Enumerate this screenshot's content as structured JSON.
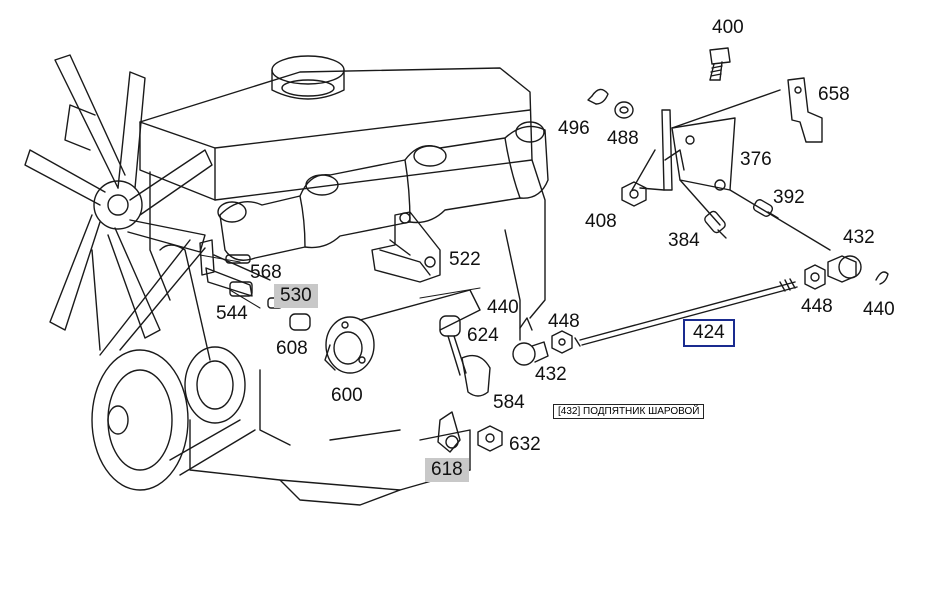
{
  "callouts": [
    {
      "id": "c400",
      "text": "400",
      "state": "normal"
    },
    {
      "id": "c658",
      "text": "658",
      "state": "normal"
    },
    {
      "id": "c496",
      "text": "496",
      "state": "normal"
    },
    {
      "id": "c488",
      "text": "488",
      "state": "normal"
    },
    {
      "id": "c376",
      "text": "376",
      "state": "normal"
    },
    {
      "id": "c408",
      "text": "408",
      "state": "normal"
    },
    {
      "id": "c392",
      "text": "392",
      "state": "normal"
    },
    {
      "id": "c384",
      "text": "384",
      "state": "normal"
    },
    {
      "id": "c432a",
      "text": "432",
      "state": "normal"
    },
    {
      "id": "c522",
      "text": "522",
      "state": "normal"
    },
    {
      "id": "c568",
      "text": "568",
      "state": "normal"
    },
    {
      "id": "c530",
      "text": "530",
      "state": "highlighted"
    },
    {
      "id": "c544",
      "text": "544",
      "state": "normal"
    },
    {
      "id": "c608",
      "text": "608",
      "state": "normal"
    },
    {
      "id": "c440a",
      "text": "440",
      "state": "normal"
    },
    {
      "id": "c448a",
      "text": "448",
      "state": "normal"
    },
    {
      "id": "c624",
      "text": "624",
      "state": "normal"
    },
    {
      "id": "c424",
      "text": "424",
      "state": "selected"
    },
    {
      "id": "c448b",
      "text": "448",
      "state": "normal"
    },
    {
      "id": "c440b",
      "text": "440",
      "state": "normal"
    },
    {
      "id": "c432b",
      "text": "432",
      "state": "normal"
    },
    {
      "id": "c600",
      "text": "600",
      "state": "normal"
    },
    {
      "id": "c584",
      "text": "584",
      "state": "normal"
    },
    {
      "id": "c632",
      "text": "632",
      "state": "normal"
    },
    {
      "id": "c618",
      "text": "618",
      "state": "highlighted"
    }
  ],
  "tooltip": {
    "text": "[432]  ПОДПЯТНИК ШАРОВОЙ"
  },
  "colors": {
    "line": "#1a1a1a",
    "highlight": "#c8c8c8",
    "selection": "#1a2b8f"
  }
}
